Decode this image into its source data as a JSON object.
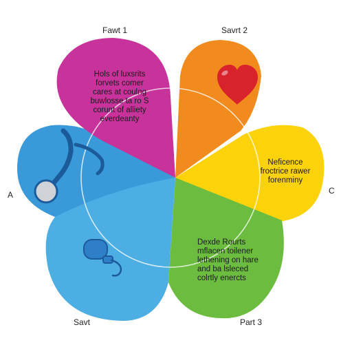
{
  "diagram": {
    "colors": {
      "magenta": "#c8339b",
      "orange": "#f28b1e",
      "yellow": "#fcd20a",
      "green": "#6cbd3f",
      "light_blue": "#4daee3",
      "blue": "#3a9ad9",
      "heart": "#d8232d",
      "stroke_dark_blue": "#1c5b9a",
      "knob_gray": "#cfd2d6"
    },
    "labels": {
      "top_left": "Fawt 1",
      "top_right": "Savrt 2",
      "left": "A",
      "right": "C",
      "bottom_left": "Savt",
      "bottom_right": "Part 3"
    },
    "petals": {
      "magenta": {
        "text": [
          "Hols of luxsrits",
          "forvets comer",
          "cares at coulng",
          "buwlosse ta ro S",
          "corunt of alliety",
          "everdeanty"
        ]
      },
      "orange": {
        "icon": "heart-icon"
      },
      "yellow": {
        "text": [
          "Neficence",
          "froctrice rawer",
          "forenminy"
        ]
      },
      "green": {
        "text": [
          "Dexde Rourts",
          "mflacen toilener",
          "lethening on hare",
          "and ba lsleced",
          "colrtly enercts"
        ]
      },
      "blue_left": {
        "icon": "stethoscope-icon"
      },
      "blue_bottom": {
        "icon": "hand-tool-icon"
      }
    }
  }
}
